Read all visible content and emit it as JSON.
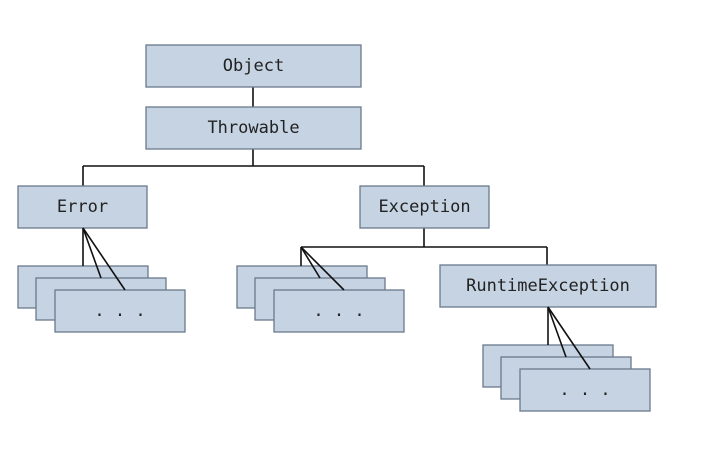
{
  "nodes": {
    "object": "Object",
    "throwable": "Throwable",
    "error": "Error",
    "exception": "Exception",
    "runtime_exception": "RuntimeException"
  },
  "stacks": {
    "error_subclasses": ". . .",
    "exception_subclasses": ". . .",
    "runtime_subclasses": ". . ."
  },
  "colors": {
    "box_fill": "#c5d3e3",
    "box_stroke": "#6b7a8b",
    "line": "#111111"
  }
}
